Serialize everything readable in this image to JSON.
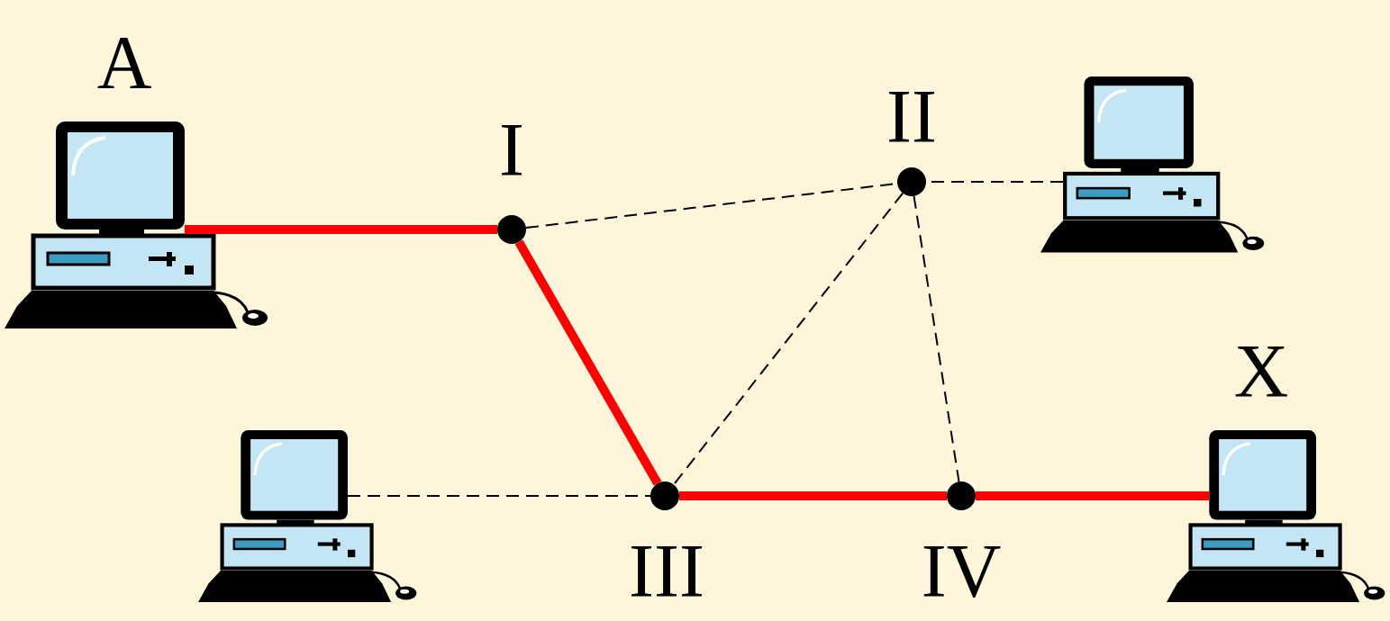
{
  "diagram": {
    "nodes": [
      {
        "text": [
          "A"
        ]
      },
      {
        "text": [
          "I"
        ]
      },
      {
        "text": [
          "II"
        ]
      },
      {
        "text": [
          "III"
        ]
      },
      {
        "text": [
          "IV"
        ]
      },
      {
        "text": [
          "X"
        ]
      }
    ],
    "edges": [
      {
        "from": 0,
        "to": 1,
        "arrow": "none"
      },
      {
        "from": 1,
        "to": 2,
        "arrow": "none"
      },
      {
        "from": 1,
        "to": 3,
        "arrow": "none"
      },
      {
        "from": 2,
        "to": 3,
        "arrow": "none"
      },
      {
        "from": 2,
        "to": 4,
        "arrow": "none"
      },
      {
        "from": 3,
        "to": 4,
        "arrow": "none"
      },
      {
        "from": 4,
        "to": 5,
        "arrow": "none"
      }
    ]
  }
}
